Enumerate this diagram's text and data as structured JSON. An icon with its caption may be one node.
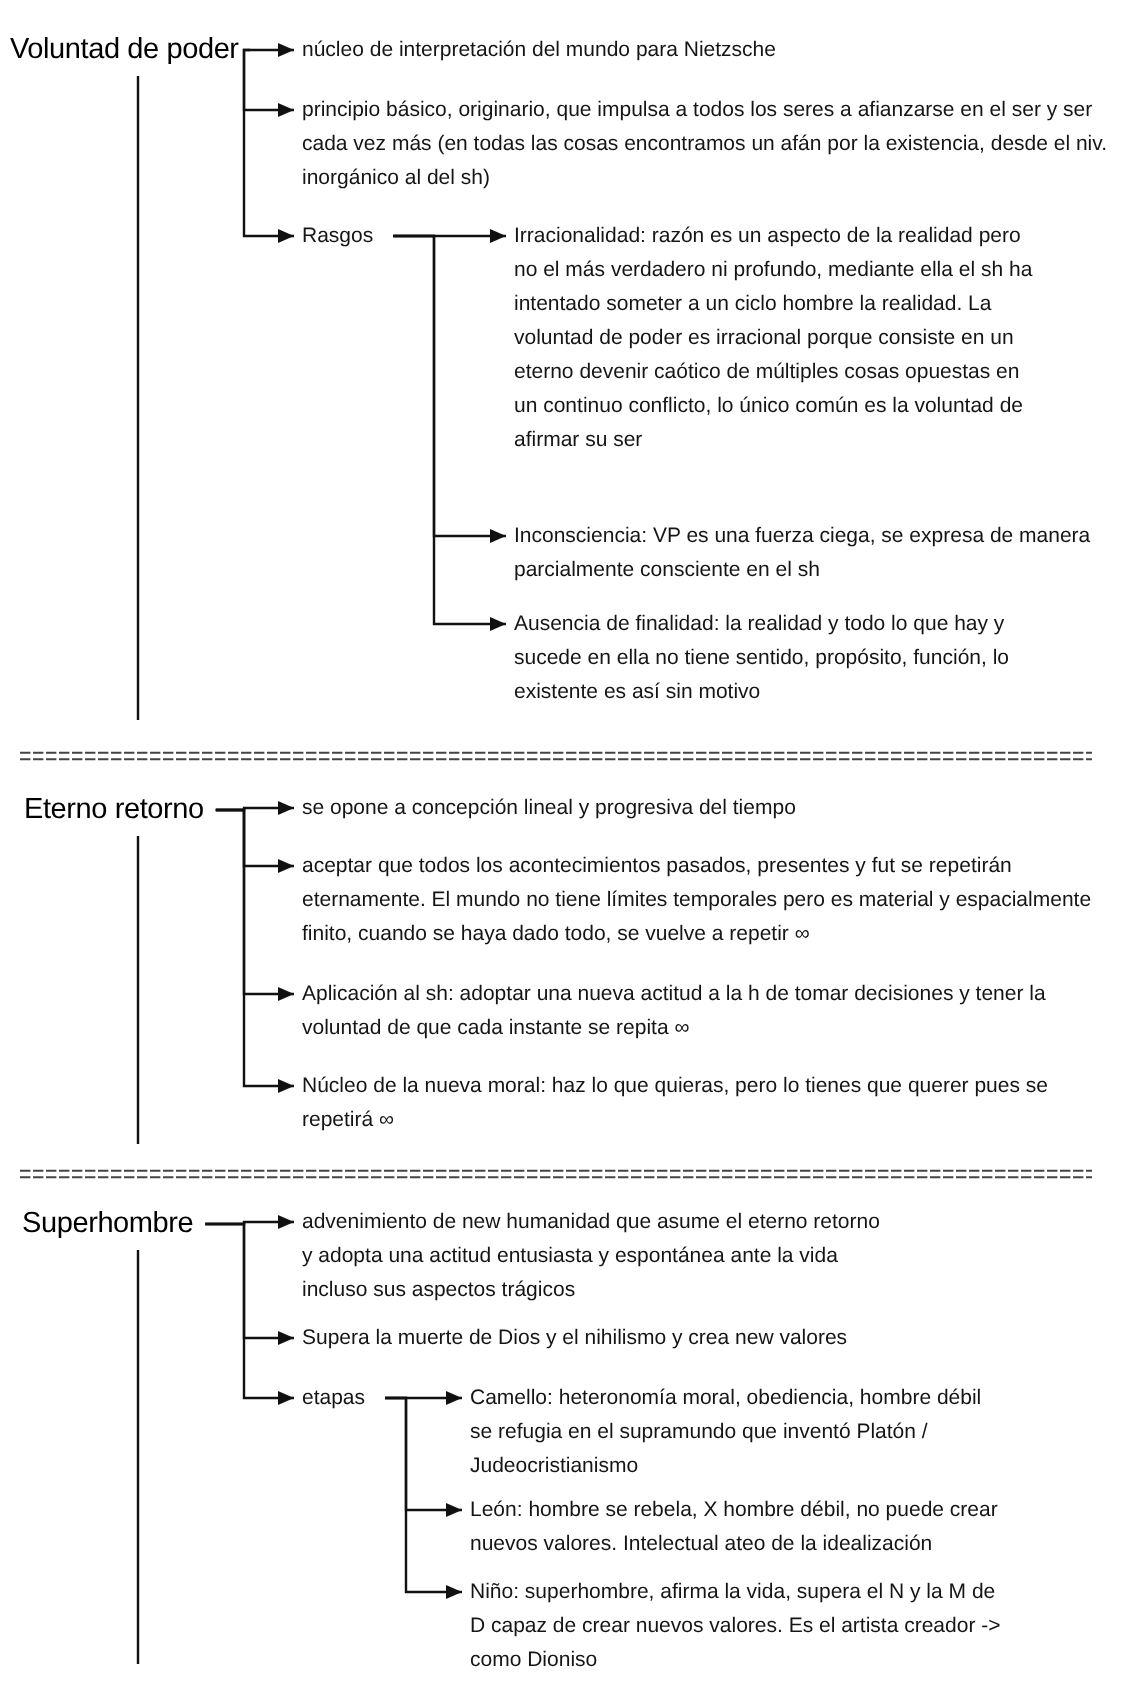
{
  "diagram": {
    "nodes": [
      {
        "text": [
          "Voluntad de poder"
        ]
      },
      {
        "text": [
          "núcleo de interpretación del mundo para Nietzsche"
        ]
      },
      {
        "text": [
          "principio básico, originario, que impulsa a todos los seres a afianzarse en el ser y ser cada vez más (en todas las cosas encontramos un afán por la existencia, desde el niv. inorgánico al del sh)"
        ]
      },
      {
        "text": [
          "Rasgos"
        ]
      },
      {
        "text": [
          "Irracionalidad: razón es un aspecto de la realidad pero no el más verdadero ni profundo, mediante ella el sh ha intentado someter a un ciclo hombre la realidad. La voluntad de poder es irracional porque consiste en un eterno devenir caótico de múltiples cosas opuestas en un continuo conflicto, lo único común es la voluntad de afirmar su ser"
        ]
      },
      {
        "text": [
          "Inconsciencia: VP es una fuerza ciega, se expresa de manera parcialmente consciente en el sh"
        ]
      },
      {
        "text": [
          "Ausencia de finalidad: la realidad y todo lo que hay y sucede en ella no tiene sentido, propósito, función, lo existente es así sin motivo"
        ]
      },
      {
        "text": [
          "Eterno retorno"
        ]
      },
      {
        "text": [
          "se opone a concepción lineal y progresiva del tiempo"
        ]
      },
      {
        "text": [
          "aceptar que todos los acontecimientos pasados, presentes y fut se repetirán eternamente. El mundo no tiene límites temporales pero es material y espacialmente finito, cuando se haya dado todo, se vuelve a repetir ∞"
        ]
      },
      {
        "text": [
          "Aplicación al sh: adoptar una nueva actitud a la h de tomar decisiones y tener la voluntad de que cada instante se repita ∞"
        ]
      },
      {
        "text": [
          "Núcleo de la nueva moral: haz lo que quieras, pero lo tienes que querer pues se repetirá ∞"
        ]
      },
      {
        "text": [
          "Superhombre"
        ]
      },
      {
        "text": [
          "advenimiento de new humanidad que asume el eterno retorno y adopta una actitud entusiasta y espontánea ante la vida incluso sus aspectos trágicos"
        ]
      },
      {
        "text": [
          "Supera la muerte de Dios y el nihilismo y crea new valores"
        ]
      },
      {
        "text": [
          "etapas"
        ]
      },
      {
        "text": [
          "Camello: heteronomía moral, obediencia, hombre débil se refugia en el supramundo que inventó Platón / Judeocristianismo"
        ]
      },
      {
        "text": [
          "León: hombre se rebela, X hombre débil, no puede crear nuevos valores. Intelectual ateo de la idealización"
        ]
      },
      {
        "text": [
          "Niño: superhombre, afirma la vida, supera el N y la M de D capaz de crear nuevos valores. Es el artista creador -> como Dioniso"
        ]
      }
    ],
    "edges": [
      {
        "from": 0,
        "to": 1,
        "arrow": "to"
      },
      {
        "from": 0,
        "to": 2,
        "arrow": "to"
      },
      {
        "from": 0,
        "to": 3,
        "arrow": "to"
      },
      {
        "from": 3,
        "to": 4,
        "arrow": "to"
      },
      {
        "from": 3,
        "to": 5,
        "arrow": "to"
      },
      {
        "from": 3,
        "to": 6,
        "arrow": "to"
      },
      {
        "from": 7,
        "to": 8,
        "arrow": "to"
      },
      {
        "from": 7,
        "to": 9,
        "arrow": "to"
      },
      {
        "from": 7,
        "to": 10,
        "arrow": "to"
      },
      {
        "from": 7,
        "to": 11,
        "arrow": "to"
      },
      {
        "from": 12,
        "to": 13,
        "arrow": "to"
      },
      {
        "from": 12,
        "to": 14,
        "arrow": "to"
      },
      {
        "from": 12,
        "to": 15,
        "arrow": "to"
      },
      {
        "from": 15,
        "to": 16,
        "arrow": "to"
      },
      {
        "from": 15,
        "to": 17,
        "arrow": "to"
      },
      {
        "from": 15,
        "to": 18,
        "arrow": "to"
      }
    ]
  }
}
